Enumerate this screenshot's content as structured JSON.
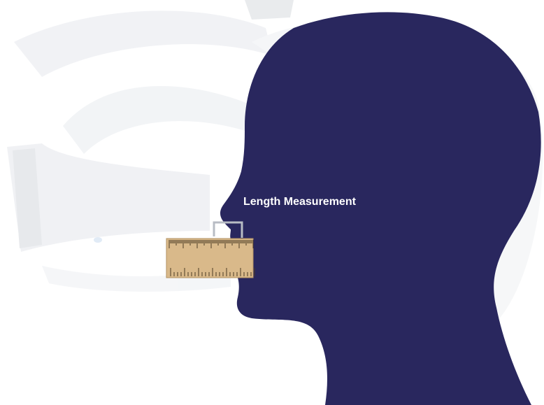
{
  "figure": {
    "caption": "Length Measurement",
    "colors": {
      "silhouette": "#29275e",
      "background": "#ffffff",
      "mask_frame": "#eef0f3",
      "mask_strap": "#e6e9ee",
      "ruler": "#d9b98a",
      "ruler_ticks": "#4a3a24",
      "bracket": "#b8bcc4"
    },
    "icons": {
      "head": "head-profile-silhouette",
      "mask": "full-face-mask-headgear",
      "ruler": "ruler-icon",
      "bracket": "measurement-bracket-icon"
    }
  }
}
